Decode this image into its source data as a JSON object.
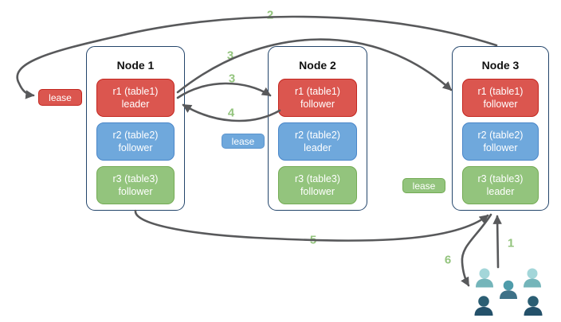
{
  "diagram": {
    "nodes": [
      {
        "title": "Node 1",
        "replicas": [
          {
            "name": "r1 (table1)",
            "role": "leader",
            "color": "red"
          },
          {
            "name": "r2 (table2)",
            "role": "follower",
            "color": "blue"
          },
          {
            "name": "r3 (table3)",
            "role": "follower",
            "color": "green"
          }
        ]
      },
      {
        "title": "Node 2",
        "replicas": [
          {
            "name": "r1 (table1)",
            "role": "follower",
            "color": "red"
          },
          {
            "name": "r2 (table2)",
            "role": "leader",
            "color": "blue"
          },
          {
            "name": "r3 (table3)",
            "role": "follower",
            "color": "green"
          }
        ]
      },
      {
        "title": "Node 3",
        "replicas": [
          {
            "name": "r1 (table1)",
            "role": "follower",
            "color": "red"
          },
          {
            "name": "r2 (table2)",
            "role": "follower",
            "color": "blue"
          },
          {
            "name": "r3 (table3)",
            "role": "leader",
            "color": "green"
          }
        ]
      }
    ],
    "leases": [
      {
        "label": "lease",
        "color": "red"
      },
      {
        "label": "lease",
        "color": "blue"
      },
      {
        "label": "lease",
        "color": "green"
      }
    ],
    "steps": {
      "s1": "1",
      "s2": "2",
      "s3a": "3",
      "s3b": "3",
      "s4": "4",
      "s5": "5",
      "s6": "6"
    },
    "edges": [
      {
        "step": "1",
        "from": "clients",
        "to": "node3-r3-leader"
      },
      {
        "step": "2",
        "from": "node3",
        "to": "lease-red"
      },
      {
        "step": "3",
        "from": "node1-r1-leader",
        "to": "node2-r1-follower"
      },
      {
        "step": "3",
        "from": "node1-r1-leader",
        "to": "node3-r1-follower"
      },
      {
        "step": "4",
        "from": "node2-r1-follower",
        "to": "node1-r1-leader"
      },
      {
        "step": "5",
        "from": "node1",
        "to": "node3-r3-leader"
      },
      {
        "step": "6",
        "from": "node3-r3-leader",
        "to": "clients"
      }
    ],
    "icons": [
      {
        "name": "users-group-icon"
      }
    ],
    "colors": {
      "replica_red": "#DB564F",
      "replica_red_border": "#C3261F",
      "replica_blue": "#6FA8DC",
      "replica_blue_border": "#4A86C8",
      "replica_green": "#93C47D",
      "replica_green_border": "#74AB55",
      "node_border": "#23456B",
      "arrow": "#58595B",
      "step_label": "#93C47D",
      "users_light": "#A3D6D9",
      "users_mid": "#4F9CAA",
      "users_dark": "#2B5E73"
    }
  }
}
